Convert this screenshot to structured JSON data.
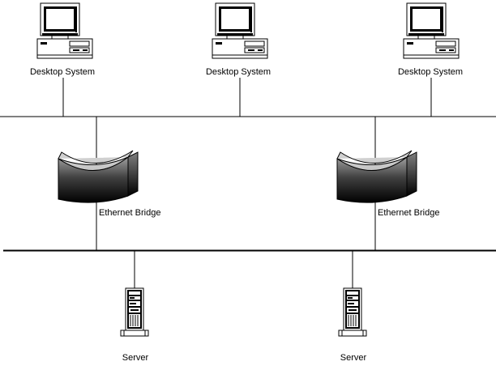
{
  "labels": {
    "desktop_1": "Desktop System",
    "desktop_2": "Desktop System",
    "desktop_3": "Desktop System",
    "bridge_1": "Ethernet Bridge",
    "bridge_2": "Ethernet Bridge",
    "server_1": "Server",
    "server_2": "Server"
  },
  "colors": {
    "line": "#000000",
    "device_body": "#ffffff",
    "bridge_dark": "#000000",
    "bridge_light": "#a8a8a8"
  },
  "icons": {
    "desktop": "desktop-computer-icon",
    "bridge": "ethernet-bridge-icon",
    "server": "tower-server-icon"
  }
}
